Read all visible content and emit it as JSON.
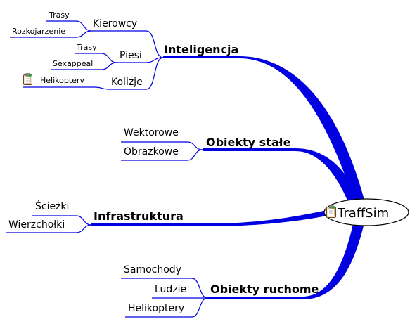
{
  "root": {
    "label": "TraffSim",
    "icon": "notepad-icon"
  },
  "branches": {
    "inteligencja": {
      "label": "Inteligencja",
      "kierowcy": {
        "label": "Kierowcy",
        "children": [
          "Trasy",
          "Rozkojarzenie"
        ]
      },
      "piesi": {
        "label": "Piesi",
        "children": [
          "Trasy",
          "Sexappeal"
        ]
      },
      "kolizje": {
        "label": "Kolizje",
        "children": [
          {
            "label": "Helikoptery",
            "icon": "notepad-icon"
          }
        ]
      }
    },
    "obiekty_stale": {
      "label": "Obiekty stałe",
      "children": [
        "Wektorowe",
        "Obrazkowe"
      ]
    },
    "infrastruktura": {
      "label": "Infrastruktura",
      "children": [
        "Ścieżki",
        "Wierzchołki"
      ]
    },
    "obiekty_ruchome": {
      "label": "Obiekty ruchome",
      "children": [
        "Samochody",
        "Ludzie",
        "Helikoptery"
      ]
    }
  },
  "colors": {
    "edge": "#0000e0",
    "root_fill": "#ffffff",
    "root_stroke": "#000000"
  }
}
